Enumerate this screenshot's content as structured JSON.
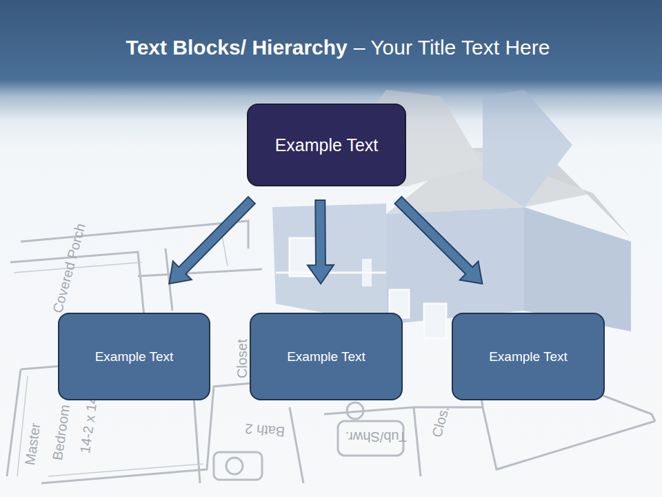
{
  "diagram": {
    "title": "Text Blocks/ Hierarchy",
    "nodes": [
      {
        "text": [
          "Example Text"
        ]
      },
      {
        "text": [
          "Example Text"
        ]
      },
      {
        "text": [
          "Example Text"
        ]
      },
      {
        "text": [
          "Example Text"
        ]
      }
    ],
    "edges": [
      {
        "from": 0,
        "to": 1,
        "arrow": "to"
      },
      {
        "from": 0,
        "to": 2,
        "arrow": "to"
      },
      {
        "from": 0,
        "to": 3,
        "arrow": "to"
      }
    ],
    "labels": [
      "– Your Title Text Here",
      "Master",
      "Bedroom",
      "14-2 x 14",
      "Bath 2",
      "Closet",
      "Tub/Shwr.",
      "Clos.",
      "Covered Porch"
    ]
  }
}
